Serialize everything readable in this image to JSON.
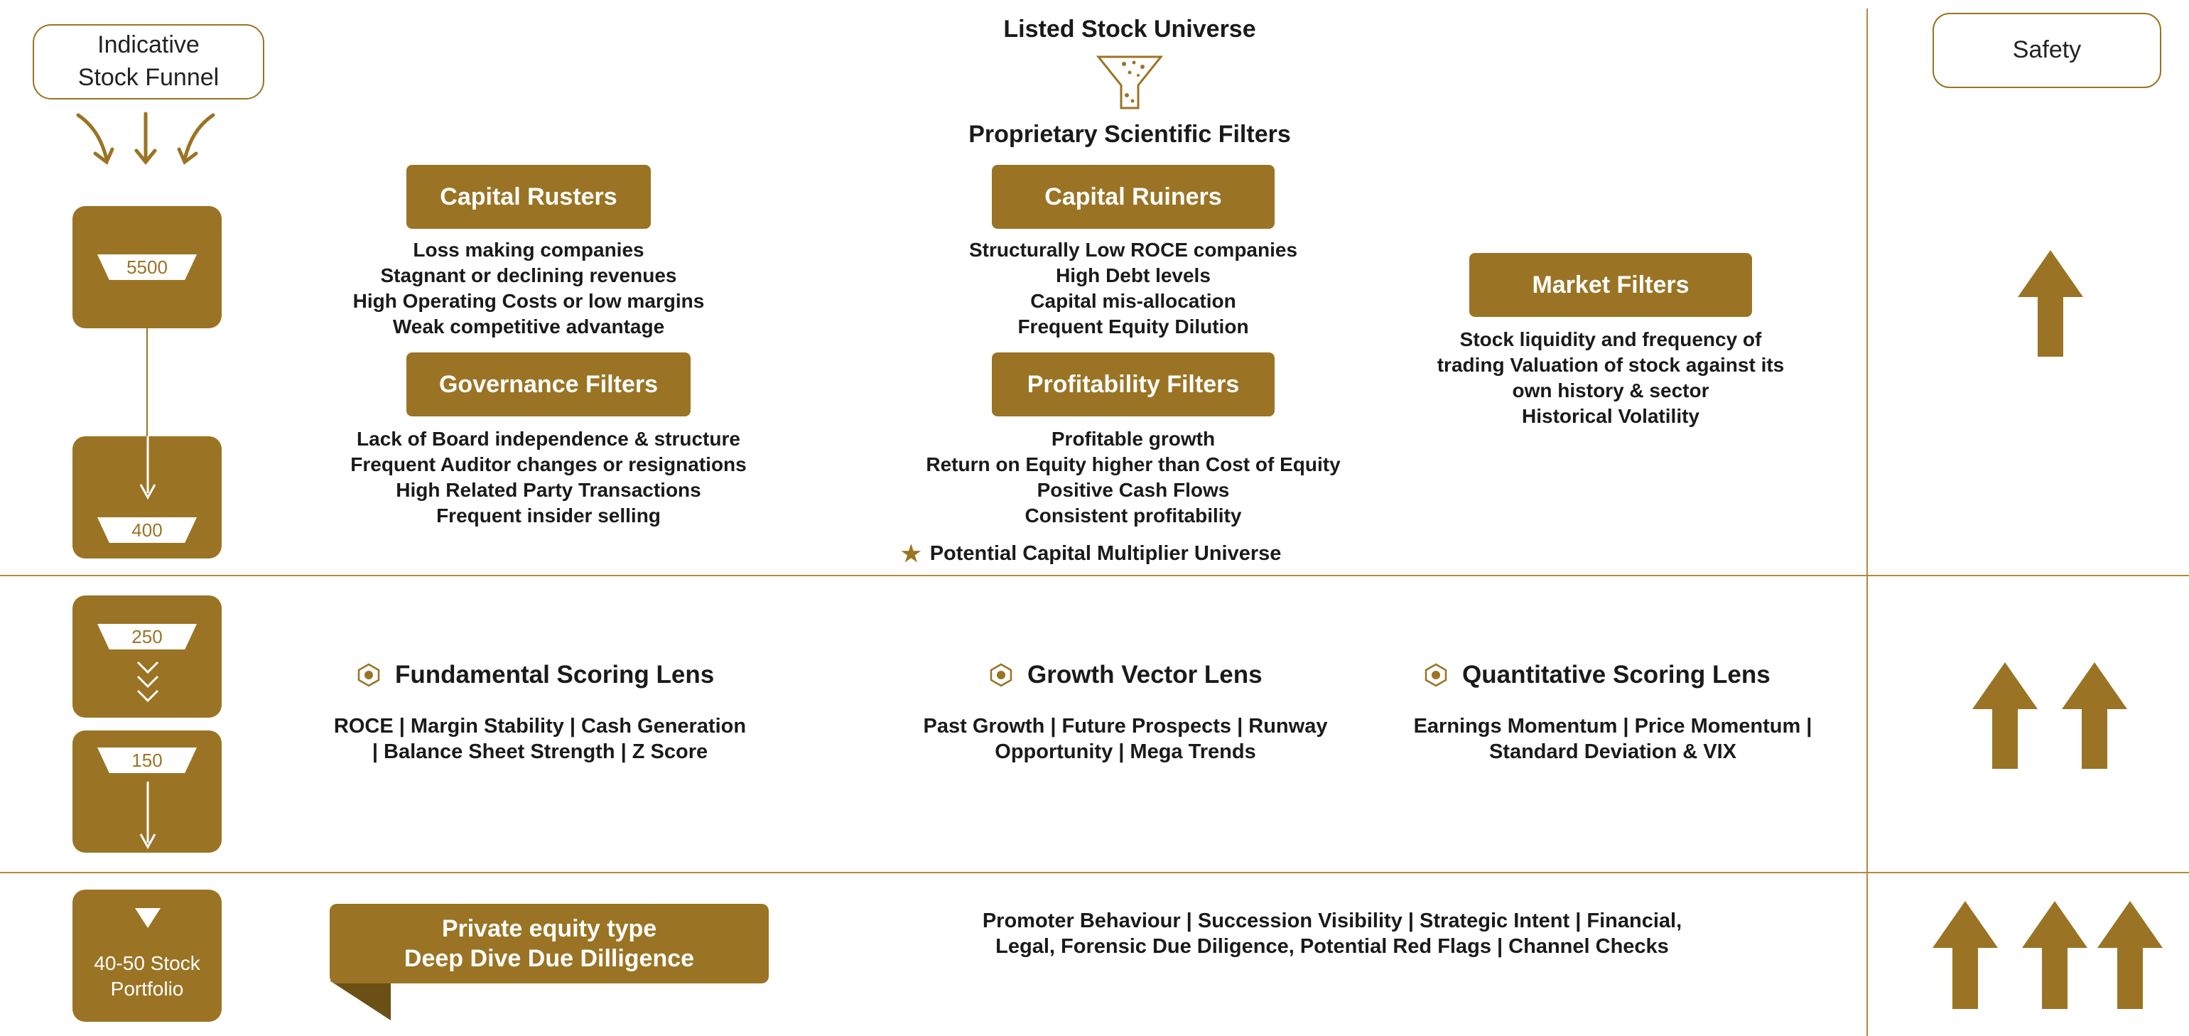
{
  "funnel": {
    "title_line1": "Indicative",
    "title_line2": "Stock Funnel",
    "stages": [
      "5500",
      "400",
      "250",
      "150"
    ],
    "final_line1": "40-50 Stock",
    "final_line2": "Portfolio"
  },
  "safety": {
    "label": "Safety"
  },
  "universe": {
    "title": "Listed Stock Universe",
    "subtitle": "Proprietary Scientific Filters"
  },
  "filters": {
    "capital_rusters": {
      "title": "Capital Rusters",
      "items": [
        "Loss making companies",
        "Stagnant or declining revenues",
        "High Operating Costs or low margins",
        "Weak competitive advantage"
      ]
    },
    "governance": {
      "title": "Governance Filters",
      "items": [
        "Lack of Board independence & structure",
        "Frequent Auditor changes or resignations",
        "High Related Party Transactions",
        "Frequent insider selling"
      ]
    },
    "capital_ruiners": {
      "title": "Capital Ruiners",
      "items": [
        "Structurally Low ROCE companies",
        "High Debt levels",
        "Capital mis-allocation",
        "Frequent Equity Dilution"
      ]
    },
    "profitability": {
      "title": "Profitability Filters",
      "items": [
        "Profitable growth",
        "Return on Equity higher than Cost of Equity",
        "Positive Cash Flows",
        "Consistent profitability"
      ]
    },
    "market": {
      "title": "Market Filters",
      "items": [
        "Stock liquidity and frequency of",
        "trading Valuation of stock against its",
        "own history & sector",
        "Historical Volatility"
      ]
    },
    "multiplier_note": "Potential Capital Multiplier Universe"
  },
  "lenses": [
    {
      "title": "Fundamental Scoring Lens",
      "lines": [
        "ROCE | Margin Stability | Cash Generation",
        "| Balance Sheet Strength | Z Score"
      ]
    },
    {
      "title": "Growth Vector Lens",
      "lines": [
        "Past Growth | Future Prospects | Runway",
        "Opportunity | Mega Trends"
      ]
    },
    {
      "title": "Quantitative Scoring Lens",
      "lines": [
        "Earnings Momentum | Price Momentum |",
        "Standard Deviation & VIX"
      ]
    }
  ],
  "due_diligence": {
    "banner_line1": "Private equity type",
    "banner_line2": "Deep Dive Due Dilligence",
    "details_line1": "Promoter Behaviour | Succession Visibility | Strategic Intent | Financial,",
    "details_line2": "Legal, Forensic Due Diligence, Potential Red Flags | Channel Checks"
  },
  "colors": {
    "accent": "#9a7424",
    "rule": "#b48a3a"
  }
}
